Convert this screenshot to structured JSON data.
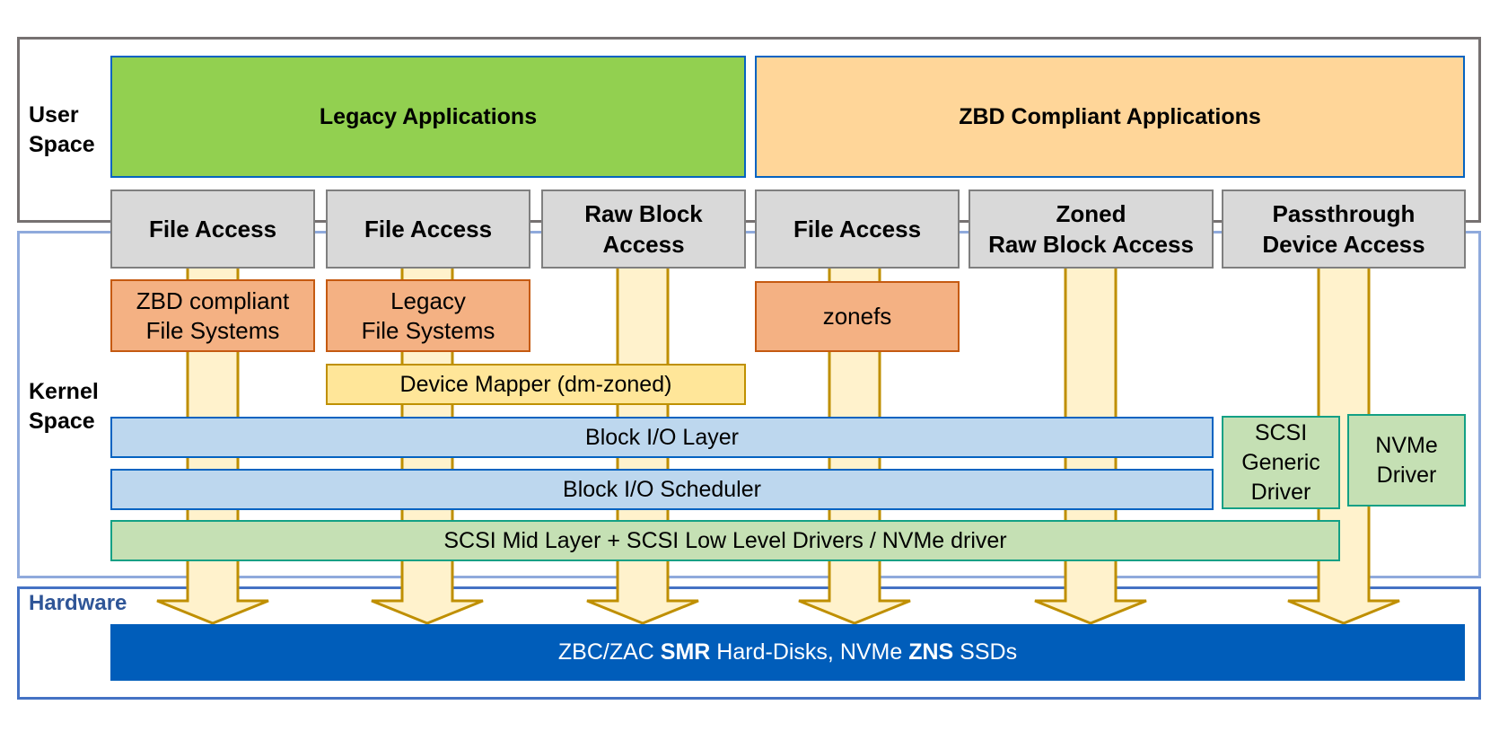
{
  "regions": {
    "user_space": "User\nSpace",
    "kernel_space": "Kernel\nSpace",
    "hardware": "Hardware"
  },
  "applications": {
    "legacy": "Legacy Applications",
    "zbd": "ZBD Compliant Applications"
  },
  "access_paths": [
    {
      "line1": "",
      "line2": "File Access"
    },
    {
      "line1": "",
      "line2": "File Access"
    },
    {
      "line1": "Raw Block",
      "line2": "Access"
    },
    {
      "line1": "",
      "line2": "File Access"
    },
    {
      "line1": "Zoned",
      "line2": "Raw Block Access"
    },
    {
      "line1": "Passthrough",
      "line2": "Device Access"
    }
  ],
  "file_systems": {
    "zbd_fs": {
      "line1": "ZBD compliant",
      "line2": "File Systems"
    },
    "legacy_fs": {
      "line1": "Legacy",
      "line2": "File Systems"
    },
    "zonefs": "zonefs"
  },
  "device_mapper": "Device Mapper (dm-zoned)",
  "block_io_layer": "Block I/O Layer",
  "block_io_scheduler": "Block I/O Scheduler",
  "scsi_generic_driver": {
    "line1": "SCSI",
    "line2": "Generic",
    "line3": "Driver"
  },
  "nvme_driver": {
    "line1": "NVMe",
    "line2": "Driver"
  },
  "scsi_mid_layer": "SCSI Mid Layer + SCSI Low Level Drivers / NVMe driver",
  "hardware_bar": {
    "part1": "ZBC/ZAC ",
    "part2": "SMR",
    "part3": " Hard-Disks, NVMe ",
    "part4": "ZNS",
    "part5": " SSDs"
  },
  "colors": {
    "arrow_fill": "#fff2cc",
    "arrow_stroke": "#bf8f00",
    "hardware_bar": "#005dba",
    "legacy_apps": "#92d050",
    "zbd_apps": "#ffd699"
  }
}
